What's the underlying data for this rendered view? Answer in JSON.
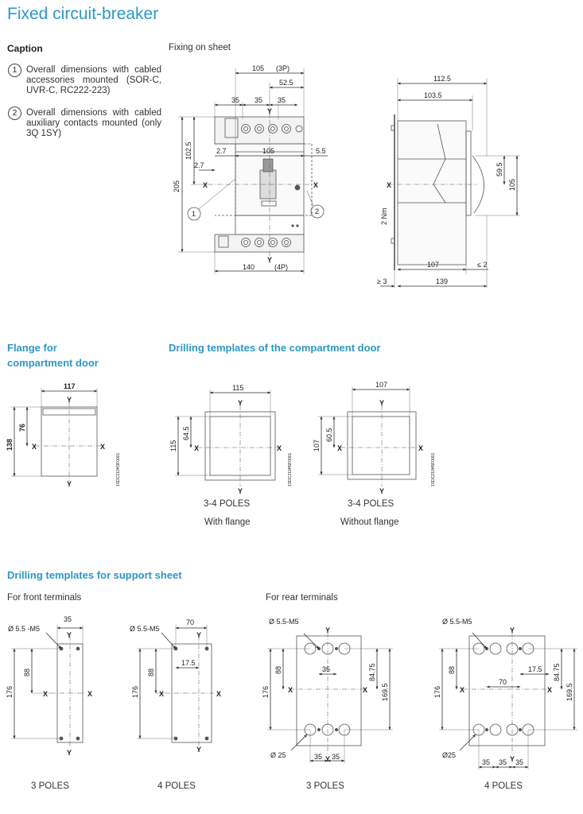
{
  "title": "Fixed circuit-breaker",
  "caption": {
    "heading": "Caption",
    "items": [
      {
        "num": "1",
        "text": "Overall dimensions with cabled accessories mounted (SOR-C, UVR-C, RC222-223)"
      },
      {
        "num": "2",
        "text": "Overall dimensions with cabled auxiliary contacts mounted (only 3Q 1SY)"
      }
    ]
  },
  "fixing": {
    "heading": "Fixing on sheet",
    "front": {
      "d105_3p": "105",
      "p3": "(3P)",
      "d52_5": "52.5",
      "d35a": "35",
      "d35b": "35",
      "d35c": "35",
      "d102_5": "102.5",
      "d2_7a": "2.7",
      "d2_7b": "2.7",
      "d105b": "105",
      "d5_5": "5.5",
      "d205": "205",
      "d140": "140",
      "p4": "(4P)",
      "x": "X",
      "y": "Y",
      "c1": "1",
      "c2": "2"
    },
    "side": {
      "d112_5": "112.5",
      "d103_5": "103.5",
      "d59_5": "59.5",
      "d105": "105",
      "d2nm": "2 Nm",
      "d107": "107",
      "dle2": "≤ 2",
      "dge3": "≥ 3",
      "d139": "139",
      "x": "X"
    }
  },
  "flange": {
    "heading_line1": "Flange for",
    "heading_line2": "compartment door",
    "d117": "117",
    "d138": "138",
    "d76": "76",
    "code": "1SDC210H3F0001",
    "x": "X",
    "y": "Y"
  },
  "door": {
    "heading": "Drilling templates of the compartment door",
    "with_flange": {
      "d115w": "115",
      "d115h": "115",
      "d64_5": "64.5",
      "code": "1SDC210H5F0001",
      "poles": "3-4 POLES",
      "label": "With flange",
      "x": "X",
      "y": "Y"
    },
    "without_flange": {
      "d107w": "107",
      "d107h": "107",
      "d60_5": "60.5",
      "code": "1SDC210H5F0001",
      "poles": "3-4 POLES",
      "label": "Without flange",
      "x": "X",
      "y": "Y"
    }
  },
  "support": {
    "heading": "Drilling templates for support sheet",
    "front_heading": "For front terminals",
    "rear_heading": "For rear terminals",
    "f3": {
      "hole": "Ø 5.5 -M5",
      "d35": "35",
      "d88": "88",
      "d176": "176",
      "poles": "3 POLES",
      "x": "X",
      "y": "Y"
    },
    "f4": {
      "hole": "Ø 5.5-M5",
      "d70": "70",
      "d17_5": "17.5",
      "d88": "88",
      "d176": "176",
      "poles": "4 POLES",
      "x": "X",
      "y": "Y"
    },
    "r3": {
      "hole": "Ø 5.5-M5",
      "d35": "35",
      "d88": "88",
      "d84_75": "84.75",
      "d169_5": "169.5",
      "d176": "176",
      "d25": "Ø 25",
      "d35a": "35",
      "d35b": "35",
      "poles": "3 POLES",
      "x": "X",
      "y": "Y"
    },
    "r4": {
      "hole": "Ø 5.5-M5",
      "d17_5": "17.5",
      "d70": "70",
      "d88": "88",
      "d84_75": "84.75",
      "d169_5": "169.5",
      "d176": "176",
      "d25": "Ø25",
      "d35a": "35",
      "d35b": "35",
      "d35c": "35",
      "poles": "4 POLES",
      "x": "X",
      "y": "Y"
    }
  }
}
